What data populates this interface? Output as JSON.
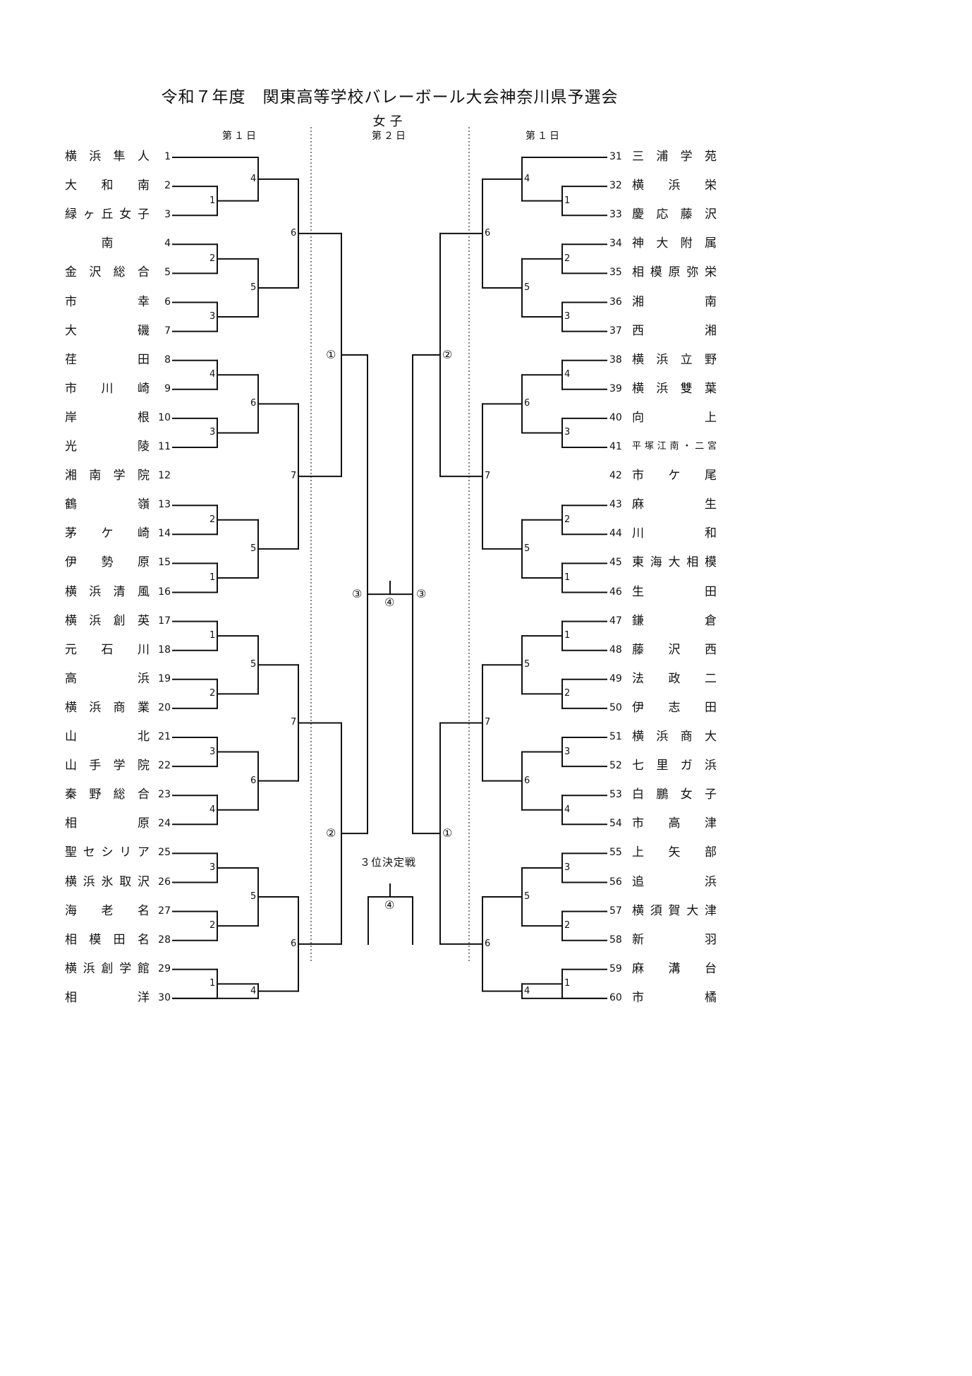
{
  "title": "令和７年度　関東高等学校バレーボール大会神奈川県予選会",
  "subtitle": "女子",
  "days": {
    "left": "第１日",
    "center": "第２日",
    "right": "第１日"
  },
  "third_place_label": "３位決定戦",
  "left_teams": [
    {
      "seed": "1",
      "name": "横浜隼人"
    },
    {
      "seed": "2",
      "name": "大和南"
    },
    {
      "seed": "3",
      "name": "緑ヶ丘女子"
    },
    {
      "seed": "4",
      "name": "南"
    },
    {
      "seed": "5",
      "name": "金沢総合"
    },
    {
      "seed": "6",
      "name": "市幸"
    },
    {
      "seed": "7",
      "name": "大磯"
    },
    {
      "seed": "8",
      "name": "荏田"
    },
    {
      "seed": "9",
      "name": "市川崎"
    },
    {
      "seed": "10",
      "name": "岸根"
    },
    {
      "seed": "11",
      "name": "光陵"
    },
    {
      "seed": "12",
      "name": "湘南学院"
    },
    {
      "seed": "13",
      "name": "鶴嶺"
    },
    {
      "seed": "14",
      "name": "茅ケ崎"
    },
    {
      "seed": "15",
      "name": "伊勢原"
    },
    {
      "seed": "16",
      "name": "横浜清風"
    },
    {
      "seed": "17",
      "name": "横浜創英"
    },
    {
      "seed": "18",
      "name": "元石川"
    },
    {
      "seed": "19",
      "name": "高浜"
    },
    {
      "seed": "20",
      "name": "横浜商業"
    },
    {
      "seed": "21",
      "name": "山北"
    },
    {
      "seed": "22",
      "name": "山手学院"
    },
    {
      "seed": "23",
      "name": "秦野総合"
    },
    {
      "seed": "24",
      "name": "相原"
    },
    {
      "seed": "25",
      "name": "聖セシリア"
    },
    {
      "seed": "26",
      "name": "横浜氷取沢"
    },
    {
      "seed": "27",
      "name": "海老名"
    },
    {
      "seed": "28",
      "name": "相模田名"
    },
    {
      "seed": "29",
      "name": "横浜創学館"
    },
    {
      "seed": "30",
      "name": "相洋"
    }
  ],
  "right_teams": [
    {
      "seed": "31",
      "name": "三浦学苑"
    },
    {
      "seed": "32",
      "name": "横浜栄"
    },
    {
      "seed": "33",
      "name": "慶応藤沢"
    },
    {
      "seed": "34",
      "name": "神大附属"
    },
    {
      "seed": "35",
      "name": "相模原弥栄"
    },
    {
      "seed": "36",
      "name": "湘南"
    },
    {
      "seed": "37",
      "name": "西湘"
    },
    {
      "seed": "38",
      "name": "横浜立野"
    },
    {
      "seed": "39",
      "name": "横浜雙葉"
    },
    {
      "seed": "40",
      "name": "向上"
    },
    {
      "seed": "41",
      "name": "平塚江南・二宮"
    },
    {
      "seed": "42",
      "name": "市ケ尾"
    },
    {
      "seed": "43",
      "name": "麻生"
    },
    {
      "seed": "44",
      "name": "川和"
    },
    {
      "seed": "45",
      "name": "東海大相模"
    },
    {
      "seed": "46",
      "name": "生田"
    },
    {
      "seed": "47",
      "name": "鎌倉"
    },
    {
      "seed": "48",
      "name": "藤沢西"
    },
    {
      "seed": "49",
      "name": "法政二"
    },
    {
      "seed": "50",
      "name": "伊志田"
    },
    {
      "seed": "51",
      "name": "横浜商大"
    },
    {
      "seed": "52",
      "name": "七里ガ浜"
    },
    {
      "seed": "53",
      "name": "白鵬女子"
    },
    {
      "seed": "54",
      "name": "市高津"
    },
    {
      "seed": "55",
      "name": "上矢部"
    },
    {
      "seed": "56",
      "name": "追浜"
    },
    {
      "seed": "57",
      "name": "横須賀大津"
    },
    {
      "seed": "58",
      "name": "新羽"
    },
    {
      "seed": "59",
      "name": "麻溝台"
    },
    {
      "seed": "60",
      "name": "市橘"
    }
  ],
  "left_r1": [
    "1",
    "2",
    "3",
    "4",
    "3",
    "2",
    "1",
    "1",
    "2",
    "3",
    "4",
    "3",
    "2",
    "1"
  ],
  "left_r2": [
    "4",
    "5",
    "6",
    "5",
    "5",
    "6",
    "5",
    "4"
  ],
  "left_r3": [
    "6",
    "7",
    "7",
    "6"
  ],
  "left_r4": [
    "①",
    "②"
  ],
  "left_r5": "③",
  "right_r1": [
    "1",
    "2",
    "3",
    "4",
    "3",
    "2",
    "1",
    "1",
    "2",
    "3",
    "4",
    "3",
    "2",
    "1"
  ],
  "right_r2": [
    "4",
    "5",
    "6",
    "5",
    "5",
    "6",
    "5",
    "4"
  ],
  "right_r3": [
    "6",
    "7",
    "7",
    "6"
  ],
  "right_r4": [
    "②",
    "①"
  ],
  "right_r5": "③",
  "final_label": "④",
  "third_place_match_label": "④"
}
